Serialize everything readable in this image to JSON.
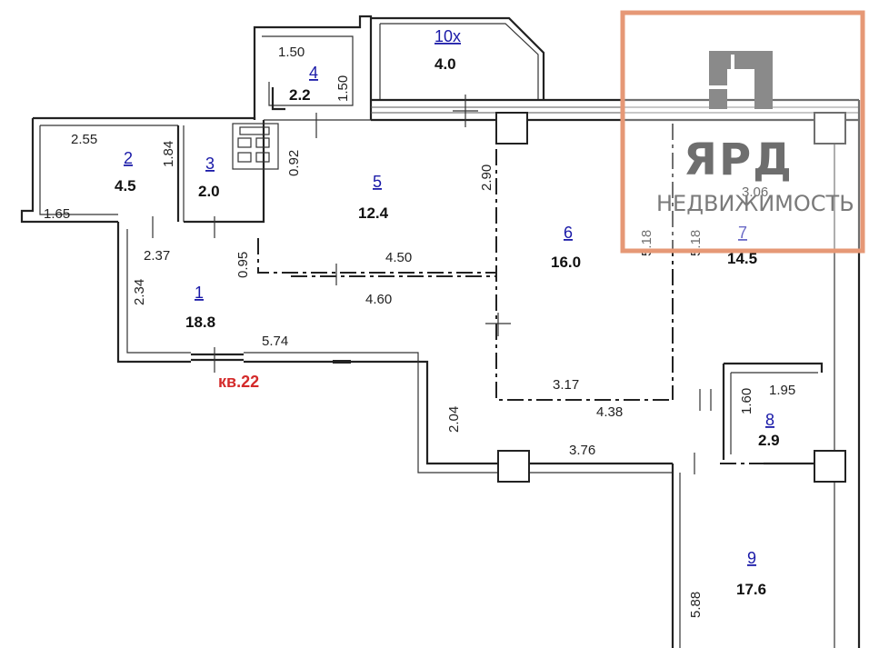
{
  "apartment_label": "кв.22",
  "rooms": [
    {
      "id": "r1",
      "number": "1",
      "area": "18.8"
    },
    {
      "id": "r2",
      "number": "2",
      "area": "4.5"
    },
    {
      "id": "r3",
      "number": "3",
      "area": "2.0"
    },
    {
      "id": "r4",
      "number": "4",
      "area": "2.2"
    },
    {
      "id": "r5",
      "number": "5",
      "area": "12.4"
    },
    {
      "id": "r6",
      "number": "6",
      "area": "16.0"
    },
    {
      "id": "r7",
      "number": "7",
      "area": "14.5"
    },
    {
      "id": "r8",
      "number": "8",
      "area": "2.9"
    },
    {
      "id": "r9",
      "number": "9",
      "area": "17.6"
    },
    {
      "id": "r10",
      "number": "10х",
      "area": "4.0"
    }
  ],
  "dimensions": {
    "d_1_50_top": "1.50",
    "d_1_50_side": "1.50",
    "d_2_55": "2.55",
    "d_1_84": "1.84",
    "d_1_65": "1.65",
    "d_0_92": "0.92",
    "d_2_90": "2.90",
    "d_2_37": "2.37",
    "d_2_34": "2.34",
    "d_0_95": "0.95",
    "d_4_50": "4.50",
    "d_4_60": "4.60",
    "d_5_74": "5.74",
    "d_5_18_a": "5.18",
    "d_5_18_b": "5.18",
    "d_3_06": "3.06",
    "d_3_17": "3.17",
    "d_4_38": "4.38",
    "d_1_60": "1.60",
    "d_1_95": "1.95",
    "d_2_04": "2.04",
    "d_3_76": "3.76",
    "d_5_88": "5.88"
  },
  "brand": {
    "name": "ЯРД",
    "subtitle": "НЕДВИЖИМОСТЬ",
    "frame_color": "#e69876",
    "text_color": "#6e6e6e"
  },
  "colors": {
    "room_number": "#1a1aa8",
    "apartment_label": "#d42a2a"
  }
}
